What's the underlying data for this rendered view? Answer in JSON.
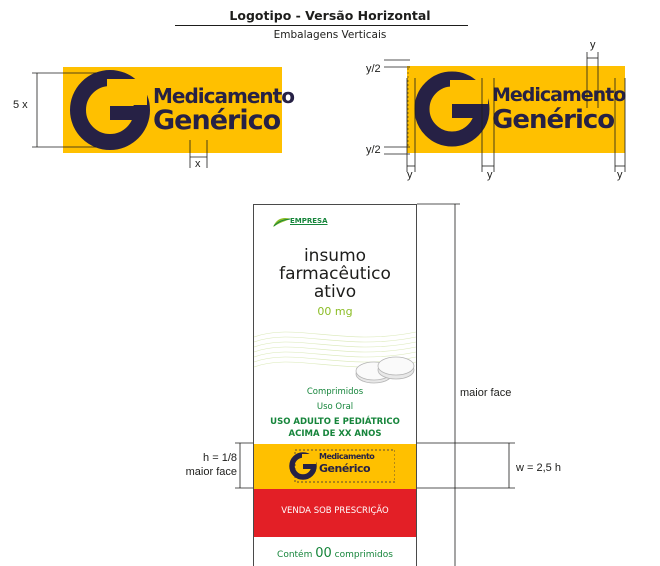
{
  "header": {
    "title": "Logotipo - Versão Horizontal",
    "subtitle": "Embalagens Verticais"
  },
  "logo": {
    "letter": "G",
    "line1": "Medicamento",
    "line2": "Genérico"
  },
  "dimensions": {
    "height_label": "5 x",
    "x_label": "x",
    "y_label": "y",
    "y_half_label": "y/2"
  },
  "package": {
    "brand": "EMPRESA",
    "product_lines": [
      "insumo",
      "farmacêutico",
      "ativo"
    ],
    "dose": "00 mg",
    "form_line1": "Comprimidos",
    "form_line2": "Uso Oral",
    "age_line1": "USO ADULTO E PEDIÁTRICO",
    "age_line2": "ACIMA DE XX ANOS",
    "prescription": "VENDA SOB PRESCRIÇÃO",
    "count_prefix": "Contém",
    "count_number": "00",
    "count_suffix": "comprimidos"
  },
  "annotations": {
    "major_face": "maior face",
    "band_height_line1": "h = 1/8",
    "band_height_line2": "maior face",
    "band_width": "w = 2,5 h"
  },
  "colors": {
    "logo_yellow": "#ffc000",
    "logo_navy": "#262145",
    "green": "#16853b",
    "light_green": "#8cbd26",
    "red": "#e31f26"
  }
}
